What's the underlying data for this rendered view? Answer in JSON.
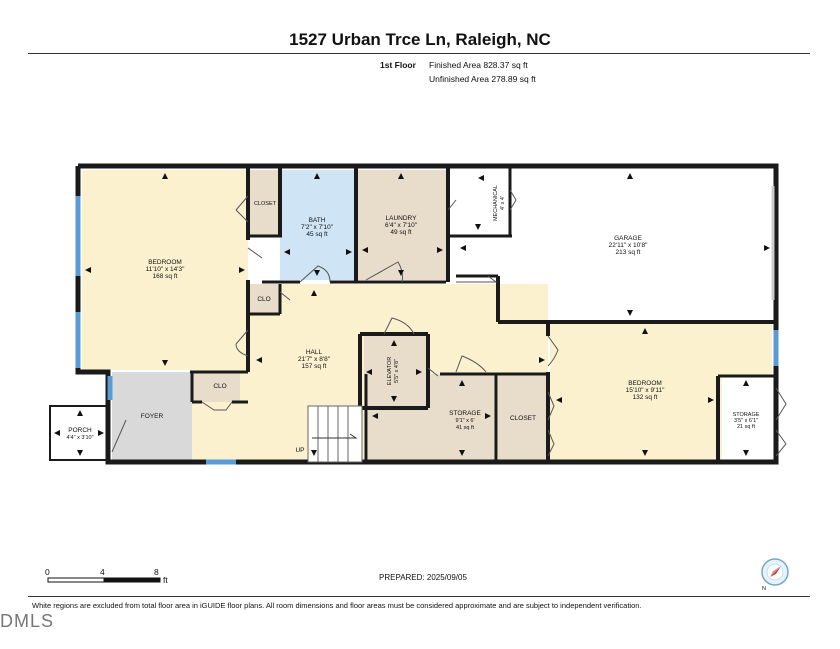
{
  "header": {
    "title": "1527 Urban Trce Ln, Raleigh, NC",
    "floor_label": "1st Floor",
    "finished_area": "Finished Area 828.37 sq ft",
    "unfinished_area": "Unfinished Area 278.89 sq ft"
  },
  "rooms": {
    "bedroom1": {
      "name": "BEDROOM",
      "dims": "11'10\" x 14'3\"",
      "area": "168 sq ft"
    },
    "closet_top": {
      "name": "CLOSET"
    },
    "bath": {
      "name": "BATH",
      "dims": "7'2\" x 7'10\"",
      "area": "45 sq ft"
    },
    "laundry": {
      "name": "LAUNDRY",
      "dims": "6'4\" x 7'10\"",
      "area": "49 sq ft"
    },
    "mechanical": {
      "name": "MECHANICAL",
      "dims": "4' x 4'"
    },
    "garage": {
      "name": "GARAGE",
      "dims": "22'11\" x 10'8\"",
      "area": "213 sq ft"
    },
    "clo1": {
      "name": "CLO"
    },
    "hall": {
      "name": "HALL",
      "dims": "21'7\" x 8'8\"",
      "area": "157 sq ft"
    },
    "elevator": {
      "name": "ELEVATOR",
      "dims": "5'5\" x 4'8\""
    },
    "clo2": {
      "name": "CLO"
    },
    "foyer": {
      "name": "FOYER"
    },
    "porch": {
      "name": "PORCH",
      "dims": "4'4\" x 3'10\""
    },
    "storage1": {
      "name": "STORAGE",
      "dims": "9'1\" x 6'",
      "area": "41 sq ft"
    },
    "closet2": {
      "name": "CLOSET"
    },
    "bedroom2": {
      "name": "BEDROOM",
      "dims": "15'10\" x 9'11\"",
      "area": "132 sq ft"
    },
    "storage2": {
      "name": "STORAGE",
      "dims": "3'5\" x 6'1\"",
      "area": "21 sq ft"
    },
    "stairs": {
      "label": "UP"
    }
  },
  "colors": {
    "bedroom": "#fbf1cf",
    "bath": "#cfe4f5",
    "utility": "#e8dccb",
    "foyer": "#d9d9d9",
    "wall": "#1a1a1a",
    "window": "#5b9bd5"
  },
  "scale": {
    "ticks": [
      "0",
      "4",
      "8"
    ],
    "unit": "ft"
  },
  "footer": {
    "prepared": "PREPARED: 2025/09/05",
    "disclaimer": "White regions are excluded from total floor area in iGUIDE floor plans. All room dimensions and floor areas must be considered approximate and are subject to independent verification.",
    "logo": "DMLS",
    "compass_label": "N"
  }
}
